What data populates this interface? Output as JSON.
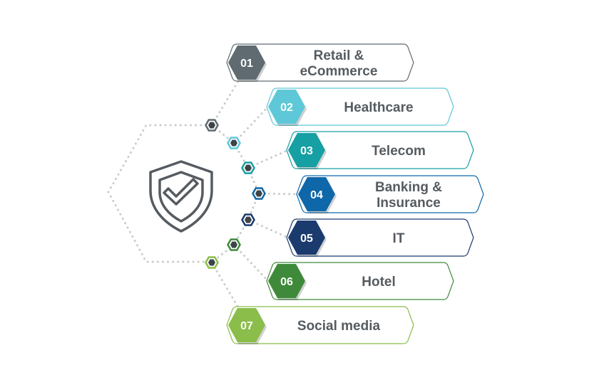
{
  "items": [
    {
      "num": "01",
      "lines": [
        "Retail &",
        "eCommerce"
      ],
      "color": "#5f6b70"
    },
    {
      "num": "02",
      "lines": [
        "Healthcare"
      ],
      "color": "#5ec8d8"
    },
    {
      "num": "03",
      "lines": [
        "Telecom"
      ],
      "color": "#17a0a3"
    },
    {
      "num": "04",
      "lines": [
        "Banking &",
        "Insurance"
      ],
      "color": "#0e67a8"
    },
    {
      "num": "05",
      "lines": [
        "IT"
      ],
      "color": "#1b3a6e"
    },
    {
      "num": "06",
      "lines": [
        "Hotel"
      ],
      "color": "#3f8a3a"
    },
    {
      "num": "07",
      "lines": [
        "Social media"
      ],
      "color": "#8bbd4a"
    }
  ],
  "icon": "shield-check-icon",
  "colors": {
    "text": "#555b60",
    "dots": "#c9cccf",
    "shield": "#555b60"
  }
}
